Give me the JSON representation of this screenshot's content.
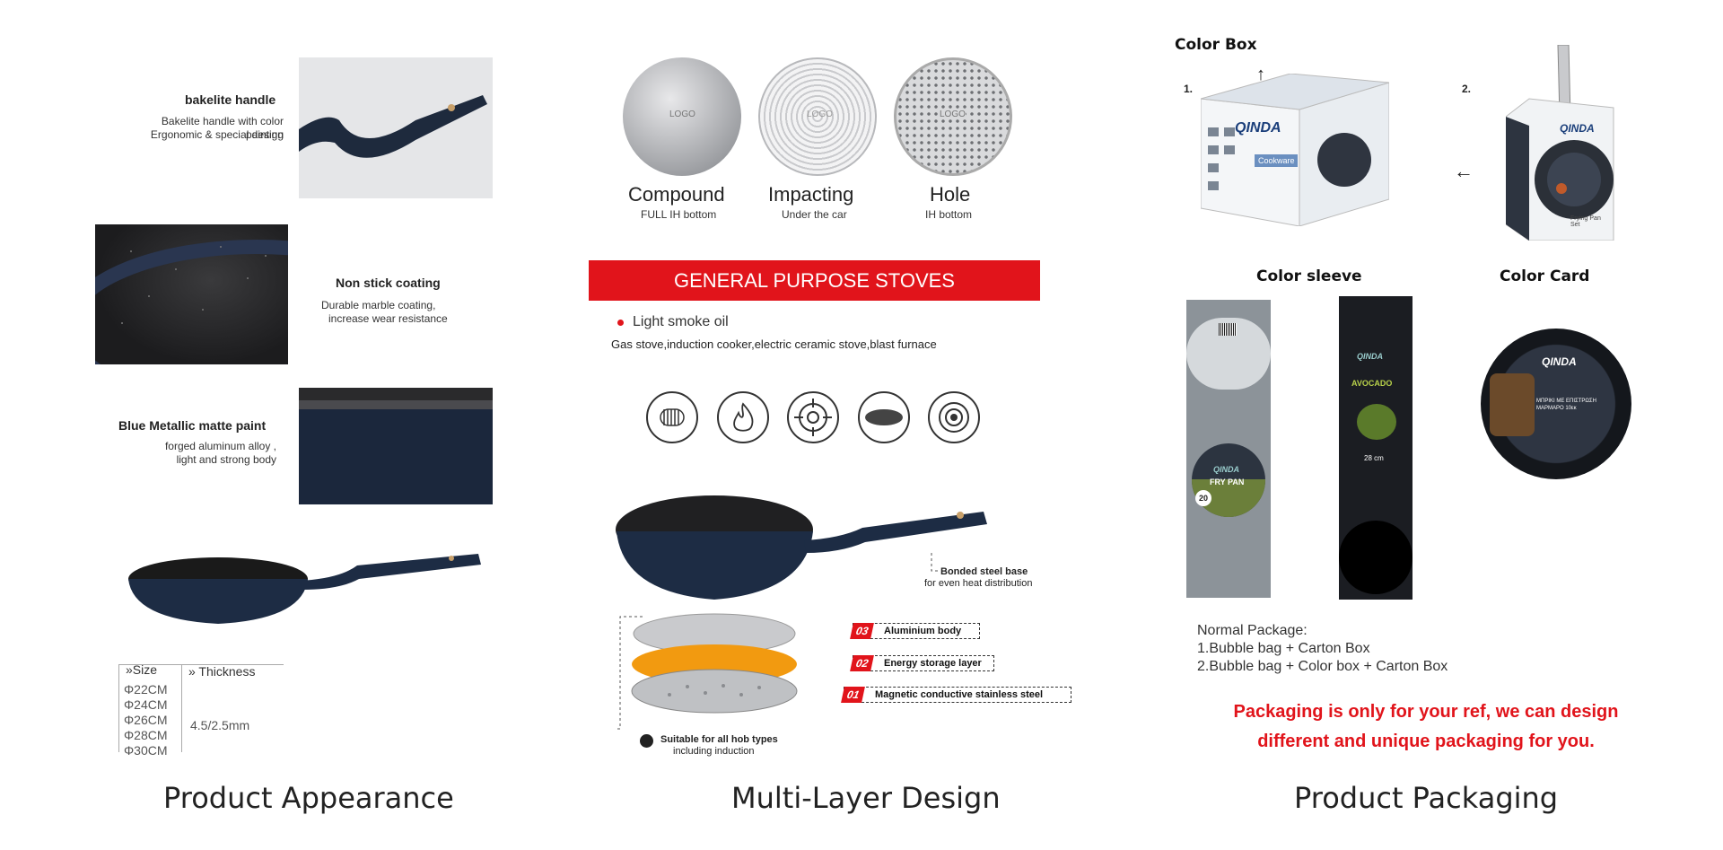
{
  "appearance": {
    "handle": {
      "title": "bakelite handle",
      "line1": "Bakelite handle with color painting",
      "line2": "Ergonomic & special design"
    },
    "coating": {
      "title": "Non stick coating",
      "line1": "Durable marble coating,",
      "line2": "increase wear resistance"
    },
    "paint": {
      "title": "Blue Metallic  matte paint",
      "line1": "forged aluminum alloy ,",
      "line2": "light and strong body"
    },
    "table": {
      "size_header": "»Size",
      "thickness_header": "» Thickness",
      "sizes": [
        "Φ22CM",
        "Φ24CM",
        "Φ26CM",
        "Φ28CM",
        "Φ30CM"
      ],
      "thickness": "4.5/2.5mm"
    },
    "caption": "Product Appearance"
  },
  "multilayer": {
    "bottoms": [
      {
        "name": "Compound",
        "desc": "FULL IH bottom",
        "logo": "LOGO"
      },
      {
        "name": "Impacting",
        "desc": "Under the car",
        "logo": "LOGO"
      },
      {
        "name": "Hole",
        "desc": "IH bottom",
        "logo": "LOGO"
      }
    ],
    "banner": "GENERAL PURPOSE STOVES",
    "bullet": "Light smoke oil",
    "stoves_line": "Gas stove,induction cooker,electric ceramic stove,blast furnace",
    "hob_icons": [
      "coil-hob-icon",
      "gas-flame-icon",
      "gas-burner-icon",
      "ceramic-plate-icon",
      "induction-hob-icon"
    ],
    "bonded_title": "Bonded steel base",
    "bonded_desc": "for even heat distribution",
    "layers": [
      {
        "num": "03",
        "label": "Aluminium body"
      },
      {
        "num": "02",
        "label": "Energy storage layer"
      },
      {
        "num": "01",
        "label": "Magnetic conductive stainless steel"
      }
    ],
    "suitable_title": "Suitable for all hob types",
    "suitable_desc": "including induction",
    "caption": "Multi-Layer Design"
  },
  "packaging": {
    "color_box": "Color Box",
    "num1": "1.",
    "num2": "2.",
    "color_sleeve": "Color sleeve",
    "color_card": "Color Card",
    "brand": "QINDA",
    "box_side_label": "Cookware",
    "sleeve_product": "FRY PAN",
    "sleeve_size": "20",
    "avocado": "AVOCADO",
    "sleeve2_size": "28 cm",
    "card_greek1": "ΜΠΡΙΚΙ ΜΕ ΕΠΙΣΤΡΩΣΗ",
    "card_greek2": "ΜΑΡΜΑΡΟ 10εκ",
    "box2_text": "Frying Pan Set",
    "normal_title": "Normal Package:",
    "normal_1": "1.Bubble bag + Carton Box",
    "normal_2": "2.Bubble bag + Color box + Carton Box",
    "note_1": "Packaging is only for your ref, we can design",
    "note_2": "different and unique packaging for you.",
    "caption": "Product Packaging"
  },
  "colors": {
    "accent_red": "#e1141b",
    "pan_blue": "#1d2c44"
  }
}
